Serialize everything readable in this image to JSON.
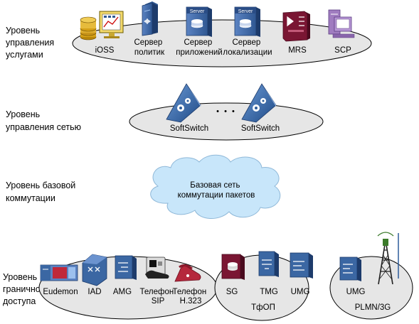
{
  "layers": [
    {
      "lines": [
        "Уровень",
        "управления",
        "услугами"
      ]
    },
    {
      "lines": [
        "Уровень",
        "управления сетью"
      ]
    },
    {
      "lines": [
        "Уровень базовой",
        "коммутации"
      ]
    },
    {
      "lines": [
        "Уровень",
        "граничного",
        "доступа"
      ]
    }
  ],
  "services": {
    "ioss": "iOSS",
    "policy_server": [
      "Сервер",
      "политик"
    ],
    "app_server_badge": "Server",
    "app_server": [
      "Сервер",
      "приложений"
    ],
    "loc_server_badge": "Server",
    "loc_server": [
      "Сервер",
      "локализации"
    ],
    "mrs": "MRS",
    "scp": "SCP"
  },
  "control": {
    "softswitch_1": "SoftSwitch",
    "softswitch_2": "SoftSwitch",
    "ellipsis": "• • •"
  },
  "core": {
    "cloud_lines": [
      "Базовая сеть",
      "коммутации пакетов"
    ]
  },
  "access": {
    "eudemon": "Eudemon",
    "iad": "IAD",
    "amg": "AMG",
    "sip_phone": [
      "Телефон",
      "SIP"
    ],
    "h323_phone": [
      "Телефон",
      "H.323"
    ],
    "sg": "SG",
    "tmg": "TMG",
    "umg_pstn": "UMG",
    "pstn": "ТфОП",
    "umg_plmn": "UMG",
    "plmn": "PLMN/3G"
  },
  "colors": {
    "ellipse_fill": "#e6e6e6",
    "cloud_fill": "#c8e6fa",
    "device_blue": "#3b67a3",
    "server_maroon": "#8b1a3a",
    "softswitch_blue": "#2d5c9a",
    "scp_purple": "#a07cc0",
    "db_gold": "#d4a017"
  }
}
